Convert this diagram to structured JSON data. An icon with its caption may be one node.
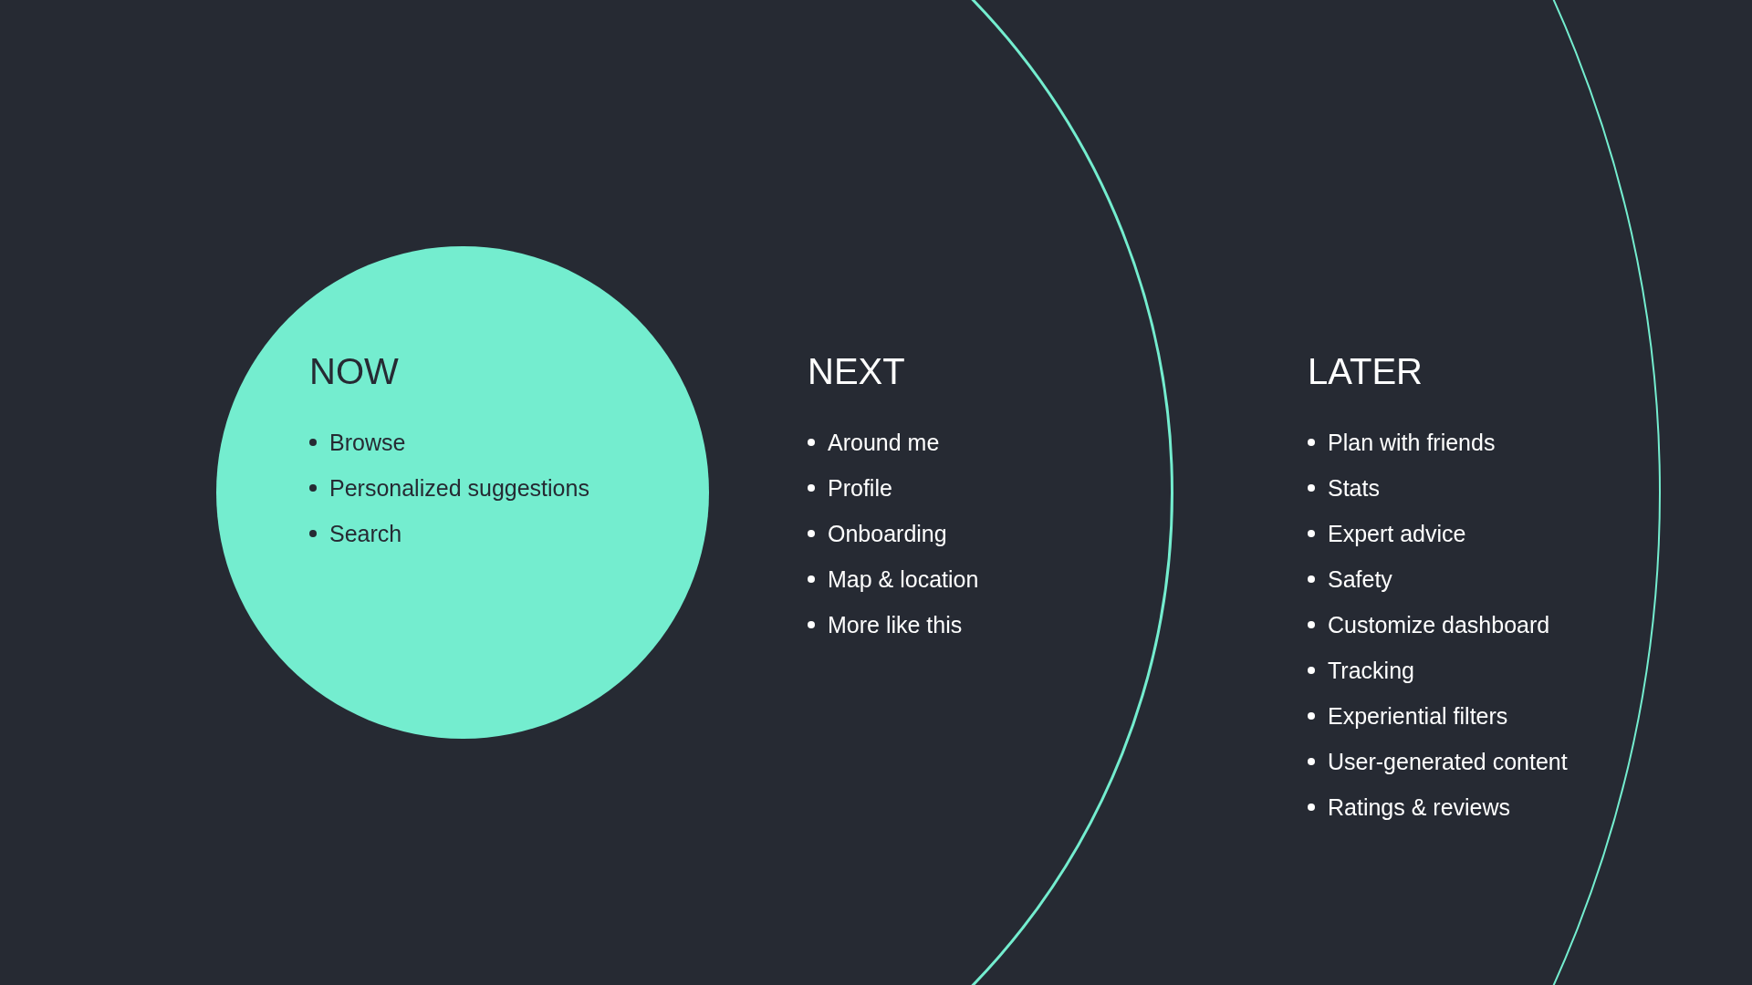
{
  "diagram": {
    "nodes": [
      {
        "text": [
          "NOW",
          "Browse",
          "Personalized suggestions",
          "Search"
        ],
        "in": 1
      },
      {
        "text": [
          "NEXT",
          "Around me",
          "Profile",
          "Onboarding",
          "Map & location",
          "More like this"
        ],
        "in": 2
      },
      {
        "text": [
          "LATER",
          "Plan with friends",
          "Stats",
          "Expert advice",
          "Safety",
          "Customize dashboard",
          "Tracking",
          "Experiential filters",
          "User-generated content",
          "Ratings & reviews"
        ]
      }
    ]
  }
}
